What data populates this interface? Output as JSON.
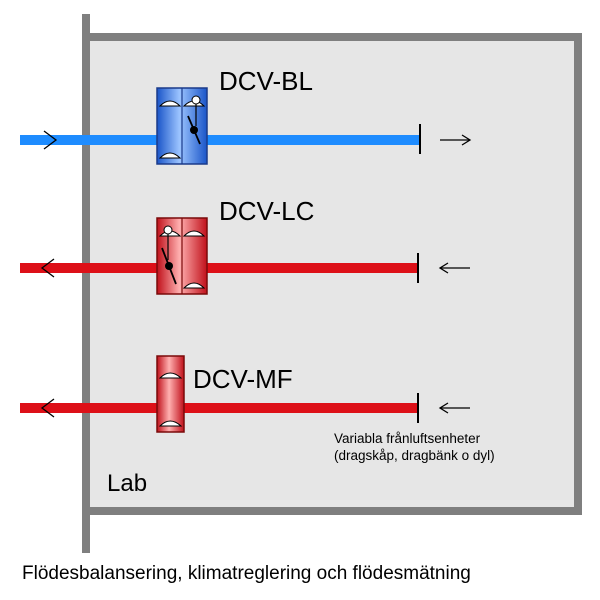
{
  "room": {
    "label": "Lab"
  },
  "units": [
    {
      "label": "DCV-BL",
      "color": "#1e6fe6"
    },
    {
      "label": "DCV-LC",
      "color": "#e0141e"
    },
    {
      "label": "DCV-MF",
      "color": "#e0141e"
    }
  ],
  "note": {
    "line1": "Variabla frånluftsenheter",
    "line2": "(dragskåp, dragbänk o dyl)"
  },
  "caption": "Flödesbalansering, klimatreglering och flödesmätning",
  "colors": {
    "supply": "#1e8cff",
    "exhaust": "#dd1018",
    "wall": "#808080",
    "room_fill": "#e6e6e6"
  }
}
